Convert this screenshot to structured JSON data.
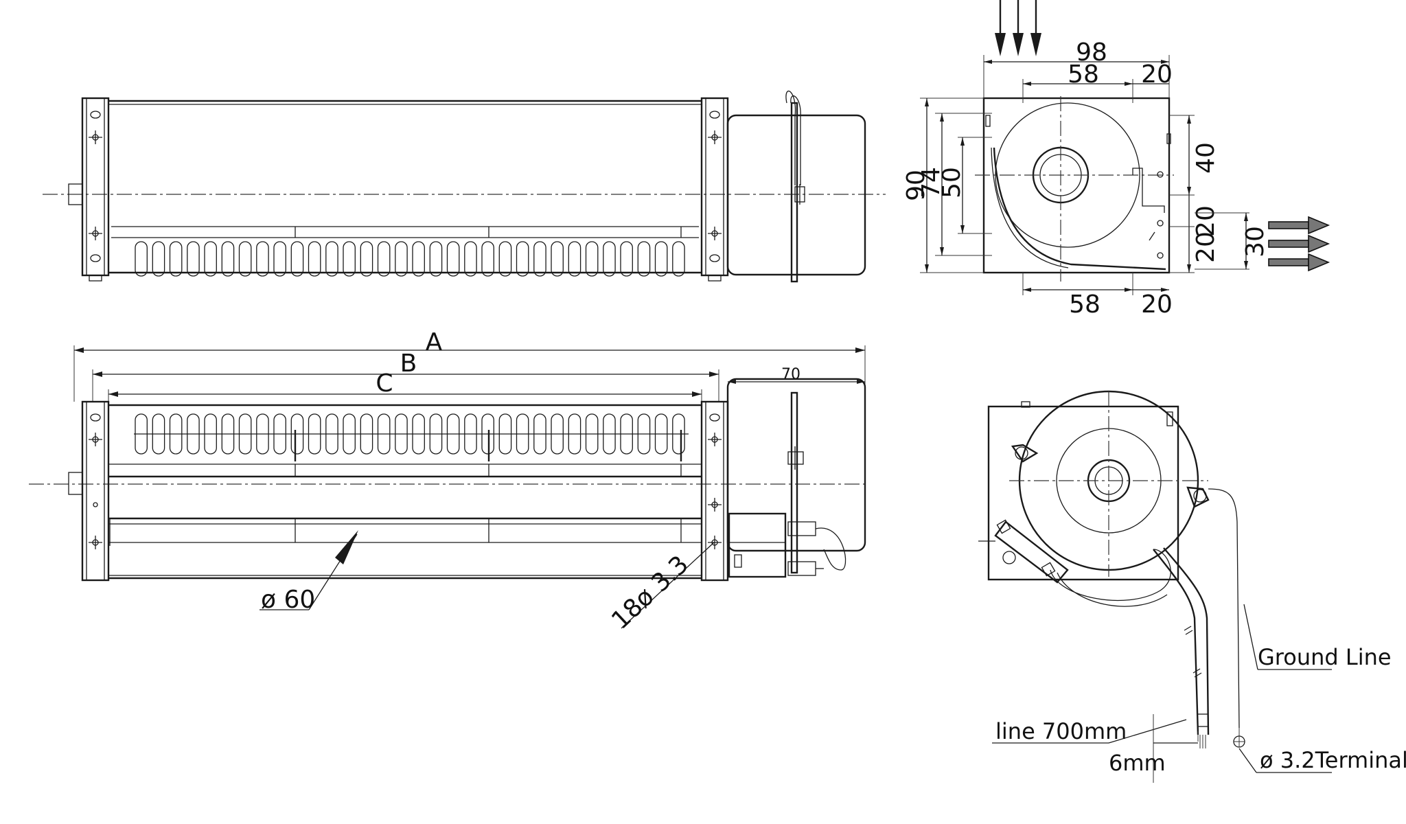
{
  "top_right_view": {
    "dims": {
      "width_total": "98",
      "top_inner": "58",
      "top_right": "20",
      "height_90": "90",
      "height_74": "74",
      "height_50": "50",
      "right_40": "40",
      "right_20a": "20",
      "right_20b": "20",
      "right_30": "30",
      "bottom_58": "58",
      "bottom_20": "20"
    }
  },
  "front_view": {
    "dims": {
      "A": "A",
      "B": "B",
      "C": "C",
      "motor_len": "70",
      "dia_60": "ø 60",
      "hole_3_3": "18ø 3.3"
    }
  },
  "motor_end_view": {
    "labels": {
      "ground_line": "Ground Line",
      "line_length": "line 700mm",
      "strip": "6mm",
      "terminal": "ø 3.2Terminal"
    }
  }
}
